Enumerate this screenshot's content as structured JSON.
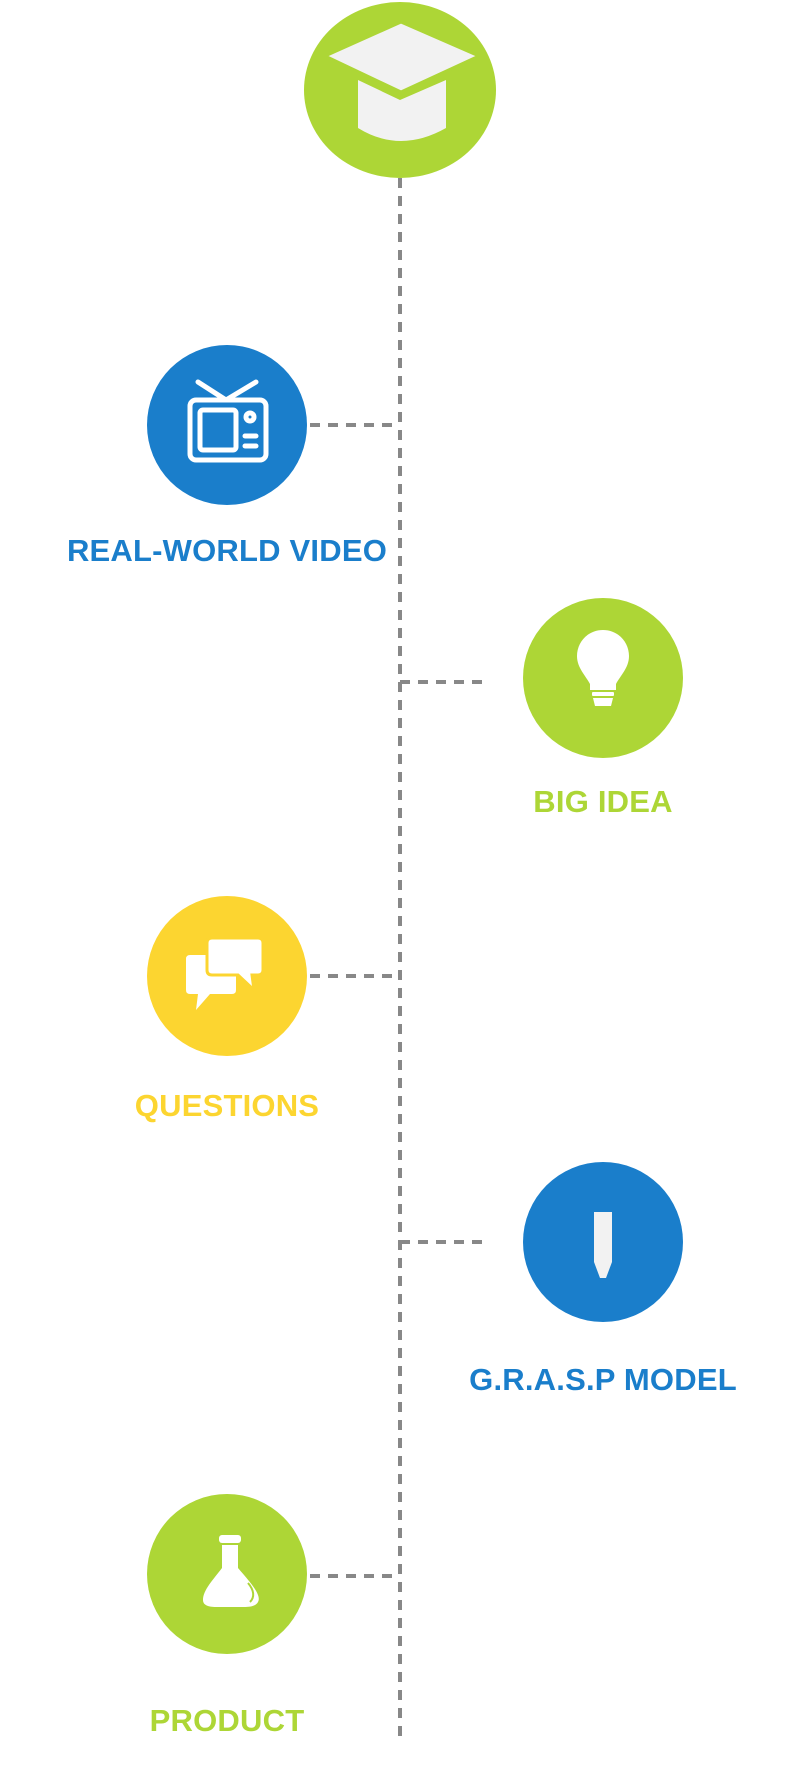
{
  "colors": {
    "green": "#add636",
    "blue": "#1a7ecb",
    "yellow": "#fcd530",
    "connector": "#888888",
    "icon_fill": "#f2f2f2"
  },
  "top_node": {
    "icon": "graduation-cap-icon",
    "color": "#add636"
  },
  "steps": [
    {
      "label": "REAL-WORLD VIDEO",
      "icon": "tv-icon",
      "color": "#1a7ecb",
      "side": "left"
    },
    {
      "label": "BIG IDEA",
      "icon": "lightbulb-icon",
      "color": "#add636",
      "side": "right"
    },
    {
      "label": "QUESTIONS",
      "icon": "speech-bubbles-icon",
      "color": "#fcd530",
      "side": "left"
    },
    {
      "label": "G.R.A.S.P MODEL",
      "icon": "pencil-icon",
      "color": "#1a7ecb",
      "side": "right"
    },
    {
      "label": "PRODUCT",
      "icon": "flask-icon",
      "color": "#add636",
      "side": "left"
    }
  ]
}
